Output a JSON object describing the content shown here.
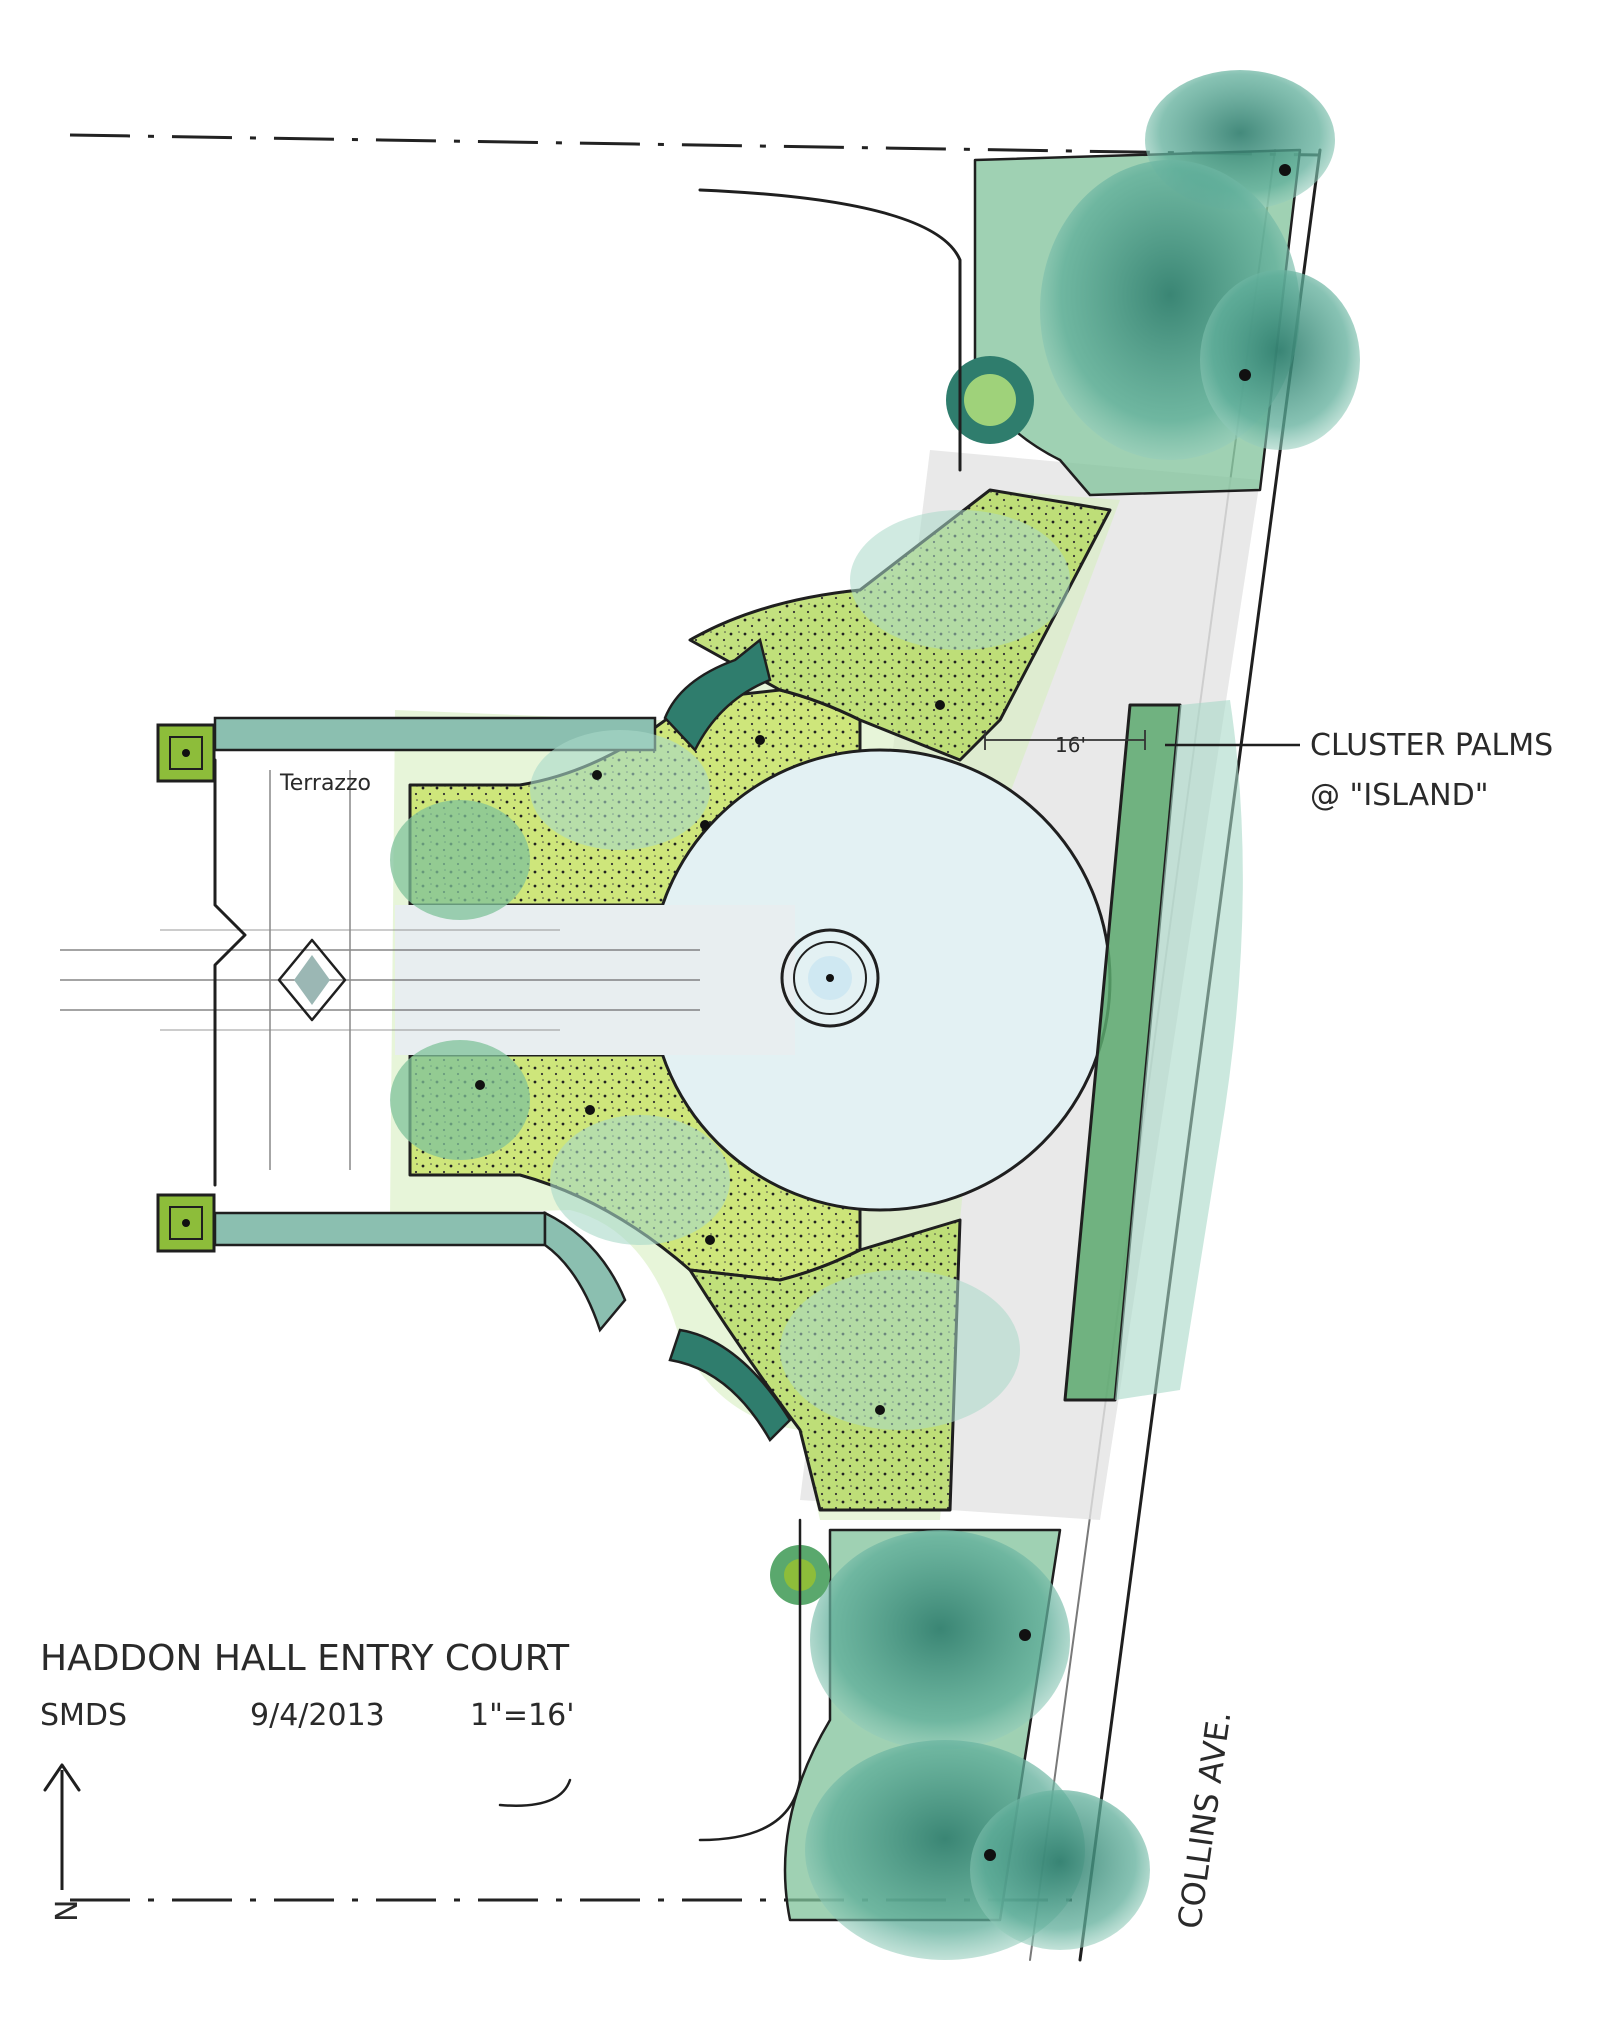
{
  "title": "HADDON HALL ENTRY COURT",
  "author": "SMDS",
  "date": "9/4/2013",
  "scale": "1\"=16'",
  "north_label": "N",
  "street_label": "COLLINS AVE.",
  "terrace_label": "Terrazzo",
  "dimension_label": "16'",
  "callout": {
    "line1": "CLUSTER PALMS",
    "line2": "@ \"ISLAND\""
  },
  "colors": {
    "ink": "#1f1f1f",
    "lime": "#c9e36a",
    "grass": "#9fd27a",
    "teal": "#5fae9a",
    "deep_teal": "#2f7d6d",
    "sky": "#cfe8ee",
    "pool": "#8ec8e3",
    "paving": "#e4e4e4"
  }
}
